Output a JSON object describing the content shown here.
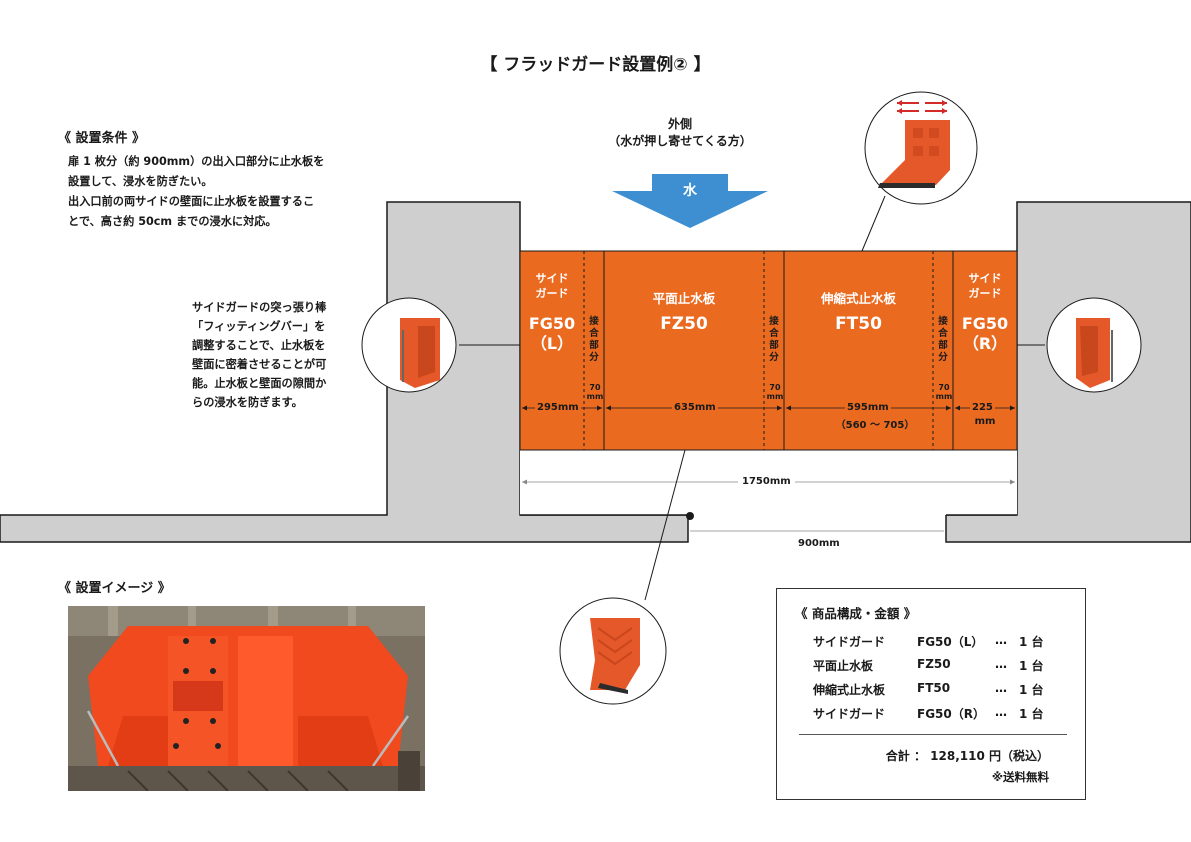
{
  "title": "【 フラッドガード設置例② 】",
  "conditions": {
    "heading": "《 設置条件 》",
    "lines": [
      "扉 1 枚分（約 900mm）の出入口部分に止水板を",
      "設置して、浸水を防ぎたい。",
      "出入口前の両サイドの壁面に止水板を設置するこ",
      "とで、高さ約 50cm までの浸水に対応。"
    ]
  },
  "fitting_note": {
    "lines": [
      "サイドガードの突っ張り棒",
      "「フィッティングバー」を",
      "調整することで、止水板を",
      "壁面に密着させることが可",
      "能。止水板と壁面の隙間か",
      "らの浸水を防ぎます。"
    ]
  },
  "outside": {
    "line1": "外側",
    "line2": "（水が押し寄せてくる方）",
    "water_label": "水"
  },
  "panels": {
    "fg50_l": {
      "name_line1": "サイド",
      "name_line2": "ガード",
      "code": "FG50",
      "side": "（L）",
      "width": "295mm"
    },
    "fz50": {
      "name": "平面止水板",
      "code": "FZ50",
      "width": "635mm"
    },
    "ft50": {
      "name": "伸縮式止水板",
      "code": "FT50",
      "width": "595mm",
      "range": "（560 ～ 705）"
    },
    "fg50_r": {
      "name_line1": "サイド",
      "name_line2": "ガード",
      "code": "FG50",
      "side": "（R）",
      "width": "225",
      "width_unit": "mm"
    }
  },
  "joint": {
    "chars": [
      "接",
      "合",
      "部",
      "分"
    ],
    "value": "70",
    "unit": "mm"
  },
  "dimensions": {
    "total_width": "1750mm",
    "opening_width": "900mm"
  },
  "image_section": {
    "heading": "《 設置イメージ 》"
  },
  "price": {
    "heading": "《 商品構成・金額 》",
    "items": [
      {
        "name": "サイドガード",
        "code": "FG50（L）",
        "dots": "…",
        "qty": "1 台"
      },
      {
        "name": "平面止水板",
        "code": "FZ50",
        "dots": "…",
        "qty": "1 台"
      },
      {
        "name": "伸縮式止水板",
        "code": "FT50",
        "dots": "…",
        "qty": "1 台"
      },
      {
        "name": "サイドガード",
        "code": "FG50（R）",
        "dots": "…",
        "qty": "1 台"
      }
    ],
    "total": "合計 ： 128,110 円（税込）",
    "shipping": "※送料無料"
  },
  "colors": {
    "panel_orange": "#ea6a20",
    "wall_gray": "#cfcfcf",
    "arrow_blue": "#3d8fd1",
    "line_dark": "#1a1a1a"
  }
}
